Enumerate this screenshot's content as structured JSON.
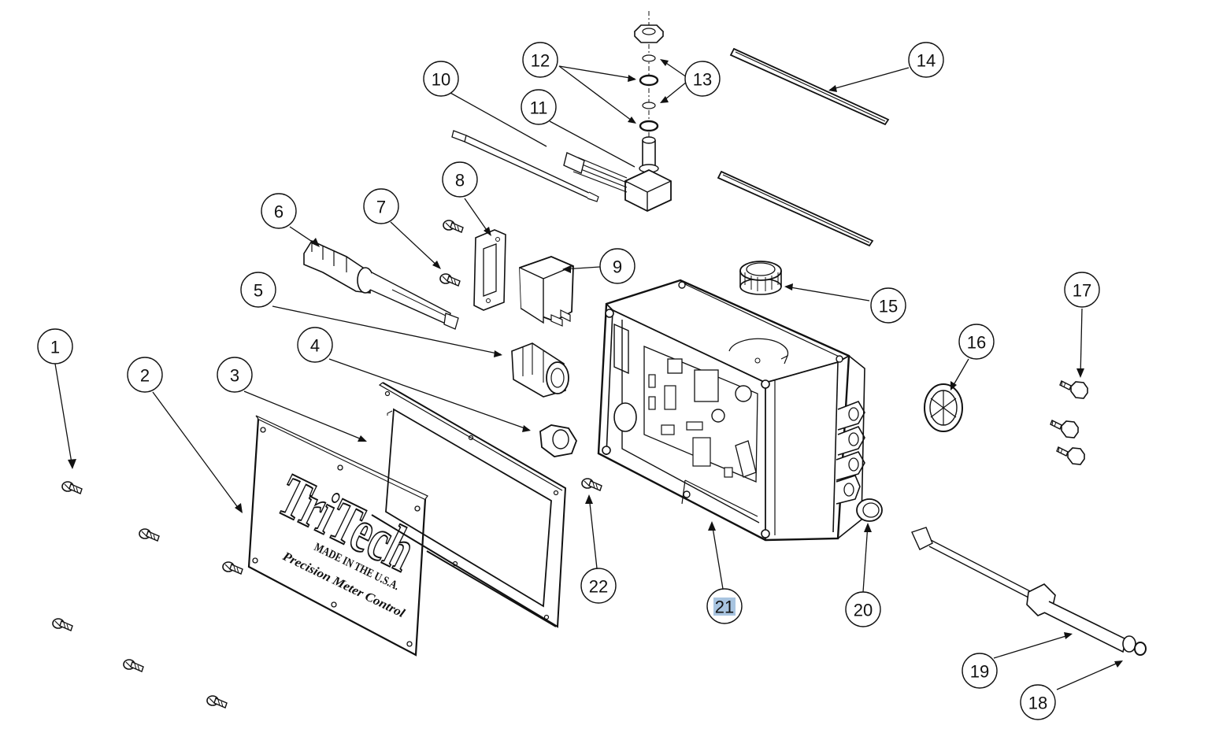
{
  "callouts": [
    "1",
    "2",
    "3",
    "4",
    "5",
    "6",
    "7",
    "8",
    "9",
    "10",
    "11",
    "12",
    "13",
    "14",
    "15",
    "16",
    "17",
    "18",
    "19",
    "20",
    "21",
    "22"
  ],
  "highlighted_callout": "21",
  "highlight_color": "#a8c4e0",
  "nameplate": {
    "brand": "TriTech",
    "origin": "MADE IN THE U.S.A.",
    "tagline": "Precision Meter Control"
  }
}
